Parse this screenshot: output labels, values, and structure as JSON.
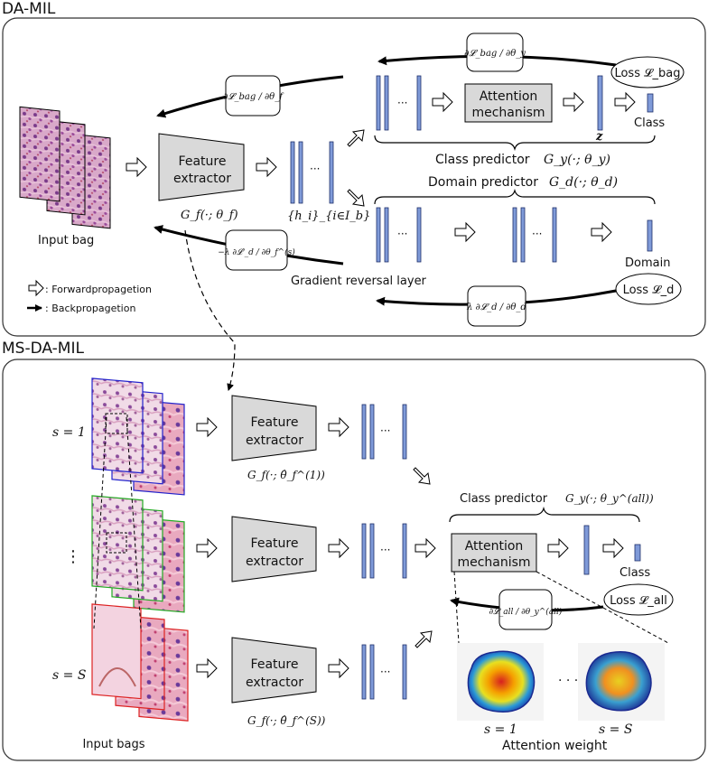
{
  "sections": {
    "top_title": "DA-MIL",
    "bottom_title": "MS-DA-MIL"
  },
  "top": {
    "input_label": "Input bag",
    "feature_extractor": [
      "Feature",
      "extractor"
    ],
    "gf_label": "G_f(·; θ_f)",
    "h_label": "{h_i}_{i∈I_b}",
    "attention": [
      "Attention",
      "mechanism"
    ],
    "z_label": "z",
    "class_label": "Class",
    "class_predictor": "Class predictor",
    "class_predictor_fn": "G_y(·; θ_y)",
    "domain_predictor": "Domain predictor",
    "domain_predictor_fn": "G_d(·; θ_d)",
    "domain_label": "Domain",
    "grl": "Gradient reversal layer",
    "loss_bag": "Loss 𝓛_bag",
    "loss_d": "Loss 𝓛_d",
    "grad_bag_theta_y": "∂𝓛_bag / ∂θ_y",
    "grad_bag_theta_f": "∂𝓛_bag / ∂θ_f",
    "grad_d_theta_f": "−λ ∂𝓛′_d / ∂θ_f^(s)",
    "grad_d_theta_d": "λ ∂𝓛_d / ∂θ_d",
    "legend_forward": ": Forwardpropagetion",
    "legend_back": ": Backpropagetion"
  },
  "bottom": {
    "scale_first": "s = 1",
    "scale_dots": "⋮",
    "scale_last": "s = S",
    "feature_extractor": [
      "Feature",
      "extractor"
    ],
    "gf_1": "G_f(·; θ̂_f^(1))",
    "gf_S": "G_f(·; θ̂_f^(S))",
    "class_predictor": "Class predictor",
    "class_predictor_fn": "G_y(·; θ_y^(all))",
    "attention": [
      "Attention",
      "mechanism"
    ],
    "class_label": "Class",
    "loss_all": "Loss 𝓛_all",
    "grad_all": "∂𝓛_all / ∂θ_y^(all)",
    "input_label": "Input bags",
    "attn_s1": "s = 1",
    "attn_sS": "s = S",
    "attn_dots": "· · ·",
    "attention_weight": "Attention weight"
  },
  "colors": {
    "vector_fill": "#7f9ad8",
    "vector_stroke": "#1f2f6a",
    "box_fill": "#d9d9d9",
    "scale1_frame": "#2222cc",
    "scale2_frame": "#22aa22",
    "scale3_frame": "#dd2222"
  }
}
